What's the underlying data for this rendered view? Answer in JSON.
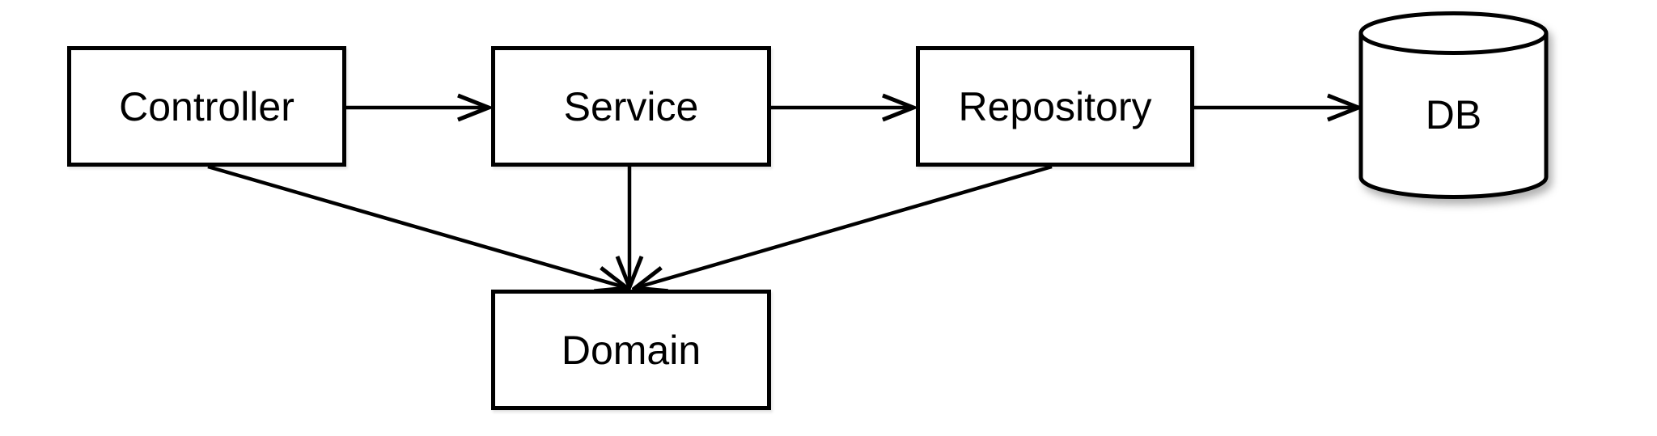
{
  "diagram": {
    "type": "layered-architecture-diagram",
    "background_color": "#ffffff",
    "stroke_color": "#000000",
    "node_fill_color": "#ffffff",
    "nodes": {
      "controller": {
        "label": "Controller",
        "shape": "rectangle"
      },
      "service": {
        "label": "Service",
        "shape": "rectangle"
      },
      "repository": {
        "label": "Repository",
        "shape": "rectangle"
      },
      "db": {
        "label": "DB",
        "shape": "cylinder"
      },
      "domain": {
        "label": "Domain",
        "shape": "rectangle"
      }
    },
    "edges": [
      {
        "from": "Controller",
        "to": "Service",
        "style": "open-arrow"
      },
      {
        "from": "Service",
        "to": "Repository",
        "style": "open-arrow"
      },
      {
        "from": "Repository",
        "to": "DB",
        "style": "open-arrow"
      },
      {
        "from": "Controller",
        "to": "Domain",
        "style": "open-arrow"
      },
      {
        "from": "Service",
        "to": "Domain",
        "style": "open-arrow"
      },
      {
        "from": "Repository",
        "to": "Domain",
        "style": "open-arrow"
      }
    ]
  }
}
